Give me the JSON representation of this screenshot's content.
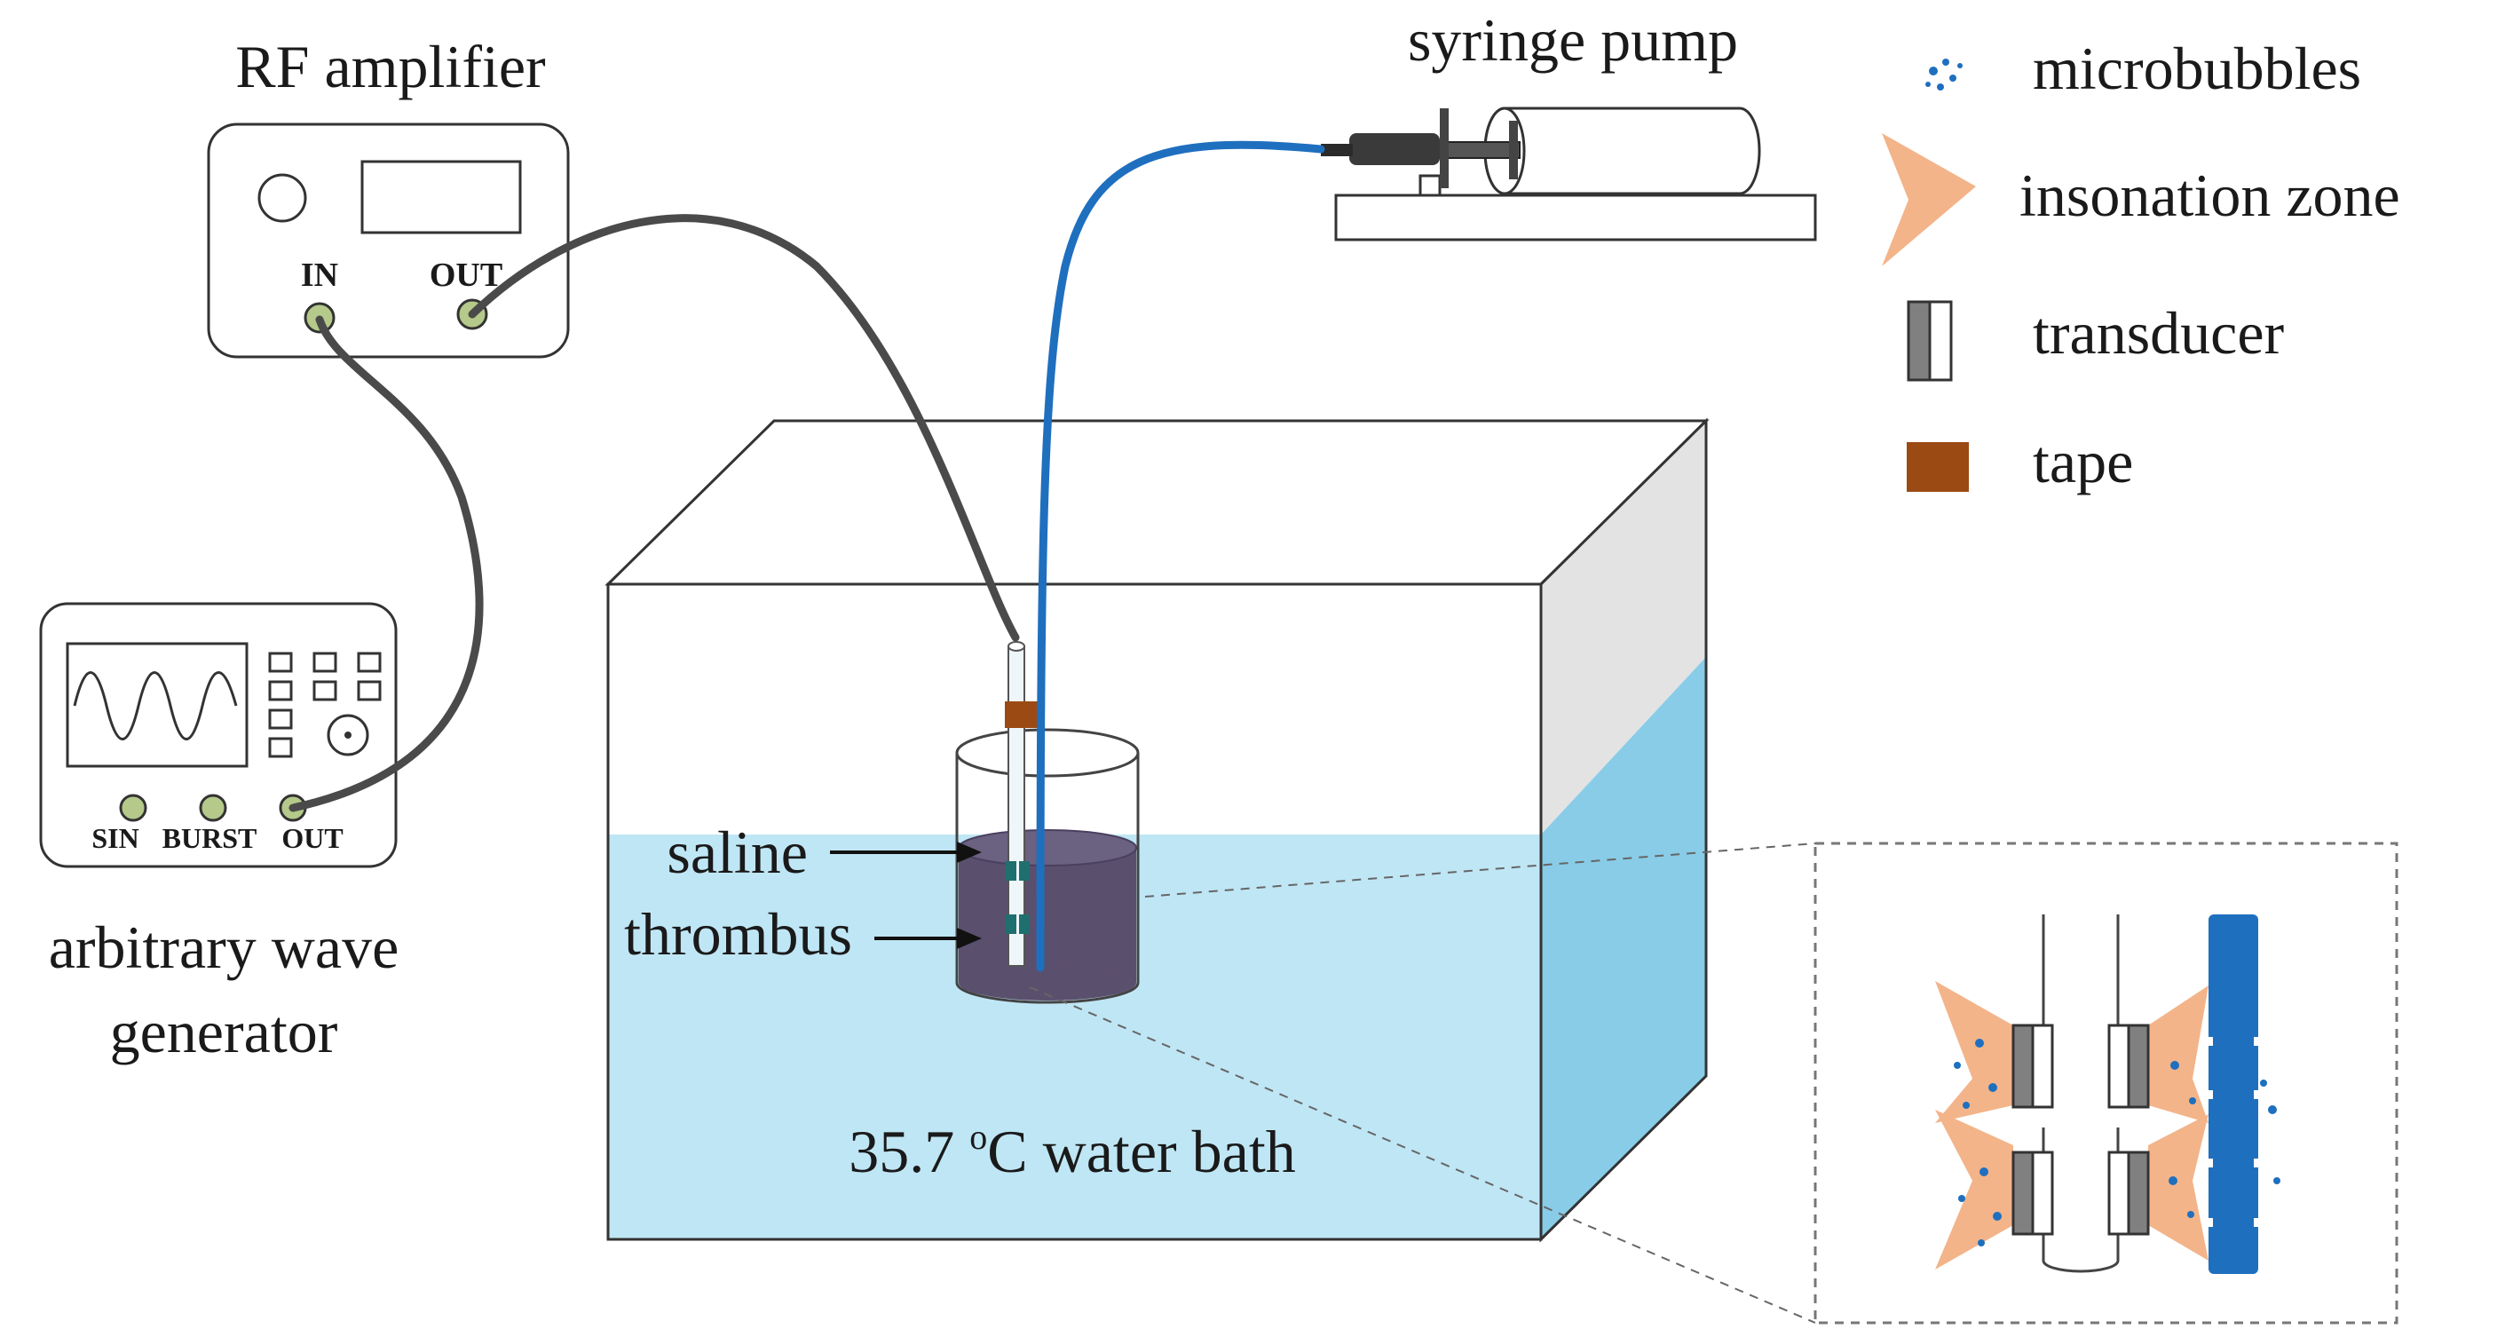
{
  "labels": {
    "rf_amplifier": "RF amplifier",
    "amp_in": "IN",
    "amp_out": "OUT",
    "generator_line1": "arbitrary wave",
    "generator_line2": "generator",
    "gen_sin": "SIN",
    "gen_burst": "BURST",
    "gen_out": "OUT",
    "syringe_pump": "syringe pump",
    "saline": "saline",
    "thrombus": "thrombus",
    "water_bath_temp": "35.7",
    "water_bath_sup": "o",
    "water_bath_rest": "C water bath"
  },
  "legend": [
    {
      "icon": "microbubbles-icon",
      "label": "microbubbles"
    },
    {
      "icon": "insonation-zone-icon",
      "label": "insonation zone"
    },
    {
      "icon": "transducer-icon",
      "label": "transducer"
    },
    {
      "icon": "tape-icon",
      "label": "tape"
    }
  ],
  "colors": {
    "water": "#bfe6f5",
    "water_side": "#88cce8",
    "tank_side_top": "#e3e3e3",
    "thrombus": "#5a4f6d",
    "catheter": "#1f6fbf",
    "cable": "#4a4a4a",
    "tape": "#9b4a14",
    "insonation": "#f3b48a",
    "connector": "#b5c98a"
  }
}
